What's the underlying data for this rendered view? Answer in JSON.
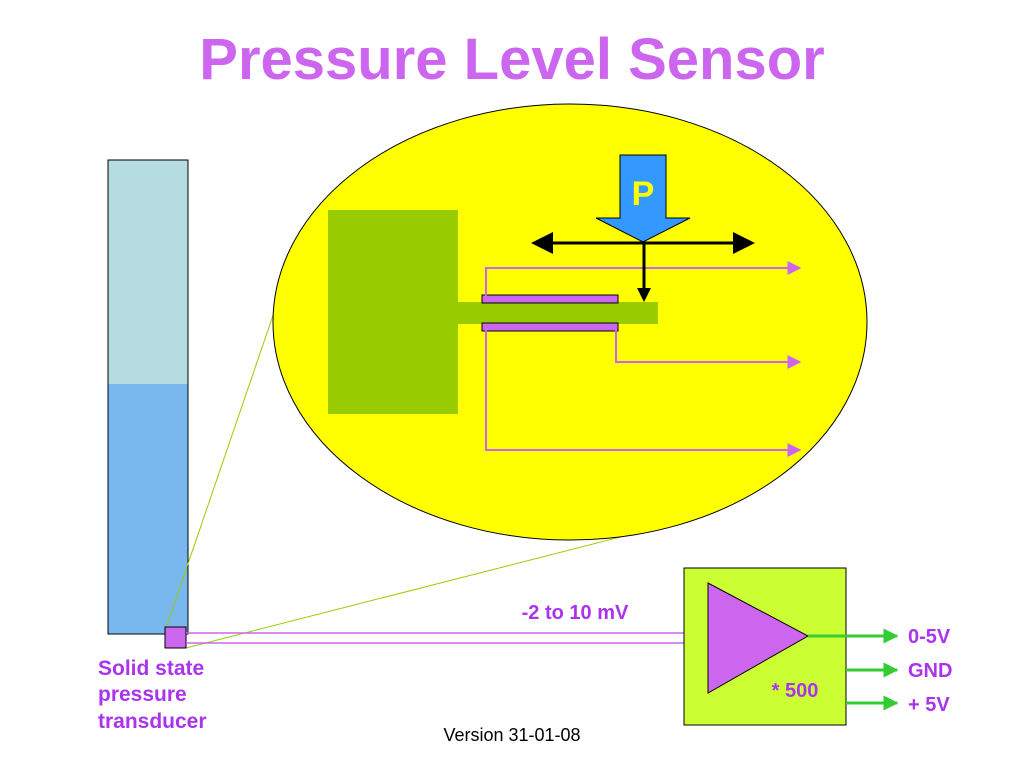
{
  "title": "Pressure Level Sensor",
  "magnifier": {
    "pressure_label": "P"
  },
  "transducer_label": {
    "line1": "Solid state",
    "line2": "pressure",
    "line3": "transducer"
  },
  "signal_label": "-2 to 10 mV",
  "amplifier": {
    "gain_label": "* 500",
    "outputs": [
      {
        "label": "0-5V"
      },
      {
        "label": "GND"
      },
      {
        "label": "+ 5V"
      }
    ]
  },
  "footer": {
    "version": "Version 31-01-08"
  },
  "colors": {
    "title": "#cc66ee",
    "tank_empty": "#b5dde1",
    "tank_liquid": "#78b8ef",
    "magnifier_fill": "#ffff00",
    "green_block": "#99cc00",
    "violet_wire": "#cc66ee",
    "pressure_arrow": "#3399ff",
    "amp_box": "#ccff33",
    "output_arrows": "#33cc33"
  }
}
